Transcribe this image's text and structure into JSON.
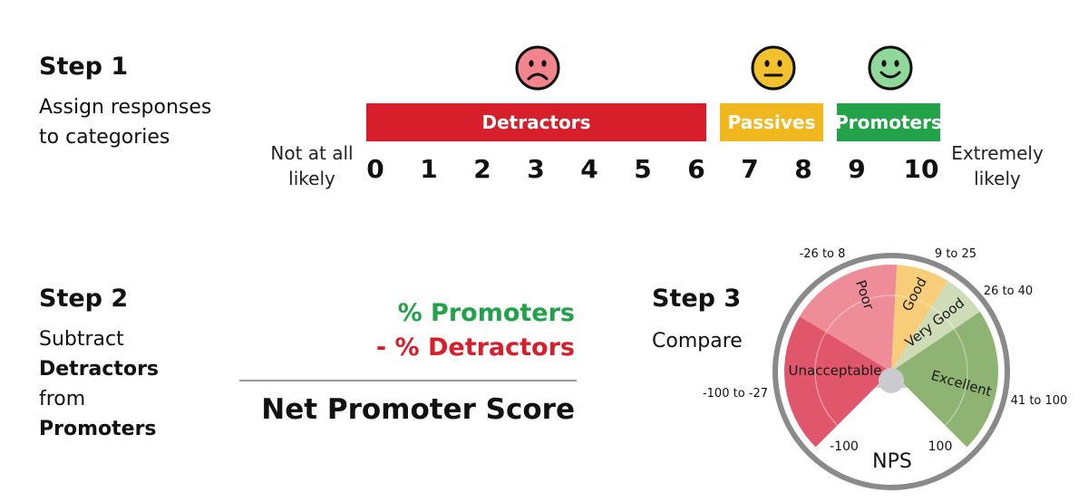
{
  "step1": {
    "title": "Step 1",
    "desc_line1": "Assign responses",
    "desc_line2": "to categories",
    "low_label_line1": "Not at all",
    "low_label_line2": "likely",
    "high_label_line1": "Extremely",
    "high_label_line2": "likely",
    "scale": [
      "0",
      "1",
      "2",
      "3",
      "4",
      "5",
      "6",
      "7",
      "8",
      "9",
      "10"
    ],
    "categories": {
      "detractors": {
        "label": "Detractors",
        "color": "#d61f2a"
      },
      "passives": {
        "label": "Passives",
        "color": "#f0b71e"
      },
      "promoters": {
        "label": "Promoters",
        "color": "#22a34a"
      }
    },
    "faces": {
      "sad": "sad-face-icon",
      "neutral": "neutral-face-icon",
      "happy": "happy-face-icon"
    }
  },
  "step2": {
    "title": "Step 2",
    "desc_line1": "Subtract",
    "desc_line2": "Detractors",
    "desc_line3": "from",
    "desc_line4": "Promoters",
    "formula_line1": "% Promoters",
    "formula_line2": "- % Detractors",
    "result": "Net Promoter Score",
    "colors": {
      "promoters": "#22a34a",
      "detractors": "#d61f2a"
    }
  },
  "step3": {
    "title": "Step 3",
    "desc": "Compare",
    "gauge": {
      "center_label": "NPS",
      "min_label": "-100",
      "max_label": "100",
      "segments": [
        {
          "name": "Unacceptable",
          "range": "-100 to -27",
          "color": "#e0566a"
        },
        {
          "name": "Poor",
          "range": "-26 to 8",
          "color": "#ee8c98"
        },
        {
          "name": "Good",
          "range": "9 to 25",
          "color": "#f7cd79"
        },
        {
          "name": "Very Good",
          "range": "26 to 40",
          "color": "#cfdcb8"
        },
        {
          "name": "Excellent",
          "range": "41 to 100",
          "color": "#8fb372"
        }
      ]
    }
  }
}
